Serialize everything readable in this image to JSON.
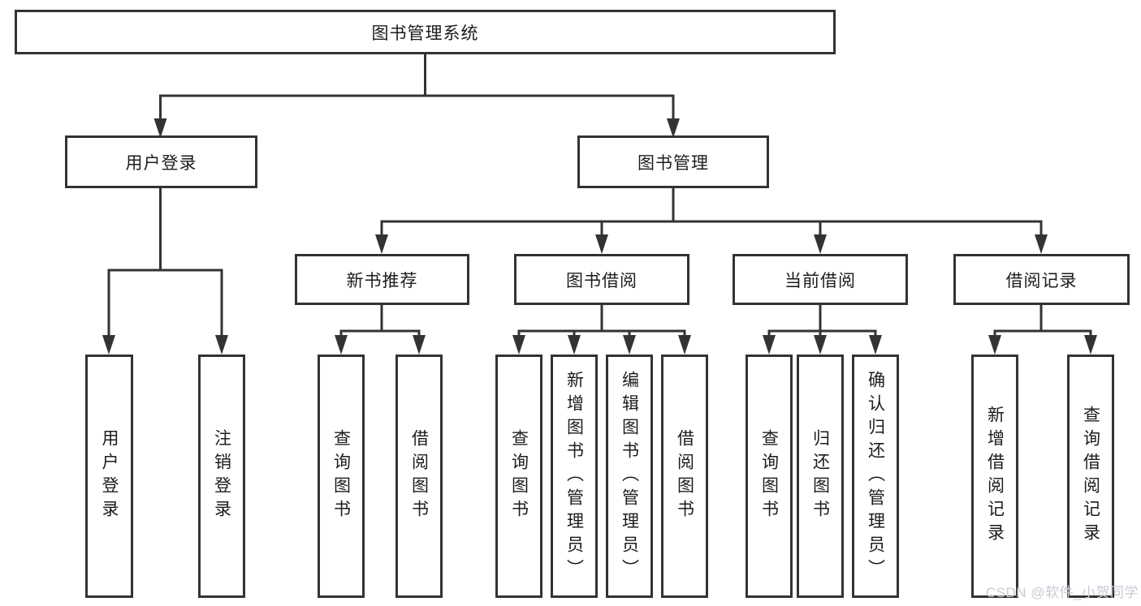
{
  "tree": {
    "root": {
      "label": "图书管理系统"
    },
    "branches": [
      {
        "label": "用户登录"
      },
      {
        "label": "图书管理"
      }
    ],
    "modules": [
      {
        "label": "新书推荐"
      },
      {
        "label": "图书借阅"
      },
      {
        "label": "当前借阅"
      },
      {
        "label": "借阅记录"
      }
    ],
    "leaves": [
      {
        "label": "用户登录"
      },
      {
        "label": "注销登录"
      },
      {
        "label": "查询图书"
      },
      {
        "label": "借阅图书"
      },
      {
        "label": "查询图书"
      },
      {
        "label": "新增图书（管理员）"
      },
      {
        "label": "编辑图书（管理员）"
      },
      {
        "label": "借阅图书"
      },
      {
        "label": "查询图书"
      },
      {
        "label": "归还图书"
      },
      {
        "label": "确认归还（管理员）"
      },
      {
        "label": "新增借阅记录"
      },
      {
        "label": "查询借阅记录"
      }
    ]
  },
  "watermark": "CSDN @软件_小贺同学",
  "colors": {
    "line": "#333333",
    "text": "#1c1c1c",
    "background": "#ffffff",
    "watermark": "#c9cad2"
  }
}
